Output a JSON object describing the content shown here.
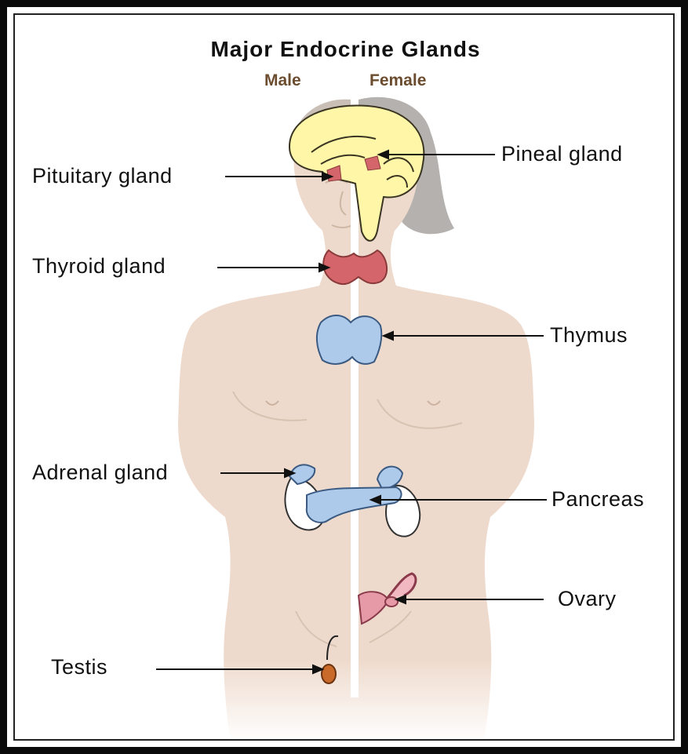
{
  "title": "Major Endocrine Glands",
  "subtitles": {
    "male": "Male",
    "female": "Female"
  },
  "labels": {
    "pituitary": "Pituitary gland",
    "thyroid": "Thyroid gland",
    "adrenal": "Adrenal gland",
    "testis": "Testis",
    "pineal": "Pineal gland",
    "thymus": "Thymus",
    "pancreas": "Pancreas",
    "ovary": "Ovary"
  },
  "colors": {
    "skin": "#eedacc",
    "hair": "#b4b1ae",
    "brain": "#fff6a8",
    "thyroid": "#d4666b",
    "thymus": "#aecaea",
    "sub_text": "#6b4c2e",
    "testis": "#c96a2a",
    "ovary": "#e69aa8"
  }
}
